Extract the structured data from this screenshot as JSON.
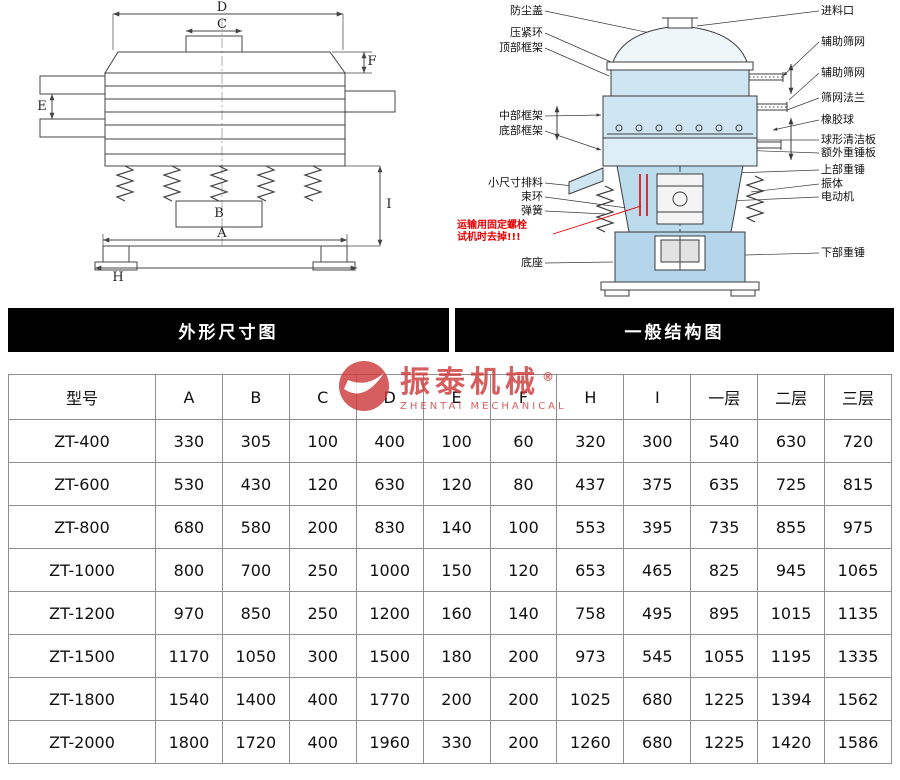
{
  "colors": {
    "bar_bg": "#000000",
    "bar_text": "#ffffff",
    "warning_red": "#e60000",
    "watermark_red": "#cf3b3b",
    "diagram_blue": "#cfe6f2",
    "line": "#3c3c3c",
    "table_border": "#8f8f8f"
  },
  "section_headers": {
    "left": "外形尺寸图",
    "right": "一般结构图"
  },
  "dimension_diagram": {
    "labels": {
      "D": "D",
      "C": "C",
      "F": "F",
      "E": "E",
      "B": "B",
      "A": "A",
      "H": "H",
      "I": "I"
    }
  },
  "structure_diagram": {
    "left_labels": [
      "防尘盖",
      "压紧环",
      "顶部框架",
      "中部框架",
      "底部框架",
      "小尺寸排料",
      "束环",
      "弹簧",
      "底座"
    ],
    "warning": {
      "line1": "运输用固定螺栓",
      "line2": "试机时去掉!!!"
    },
    "right_labels": [
      "进料口",
      "辅助筛网",
      "辅助筛网",
      "筛网法兰",
      "橡胶球",
      "球形清洁板",
      "额外重锤板",
      "上部重锤",
      "振体",
      "电动机",
      "下部重锤"
    ]
  },
  "watermark": {
    "registered": "®",
    "brand": "振泰机械",
    "brand_en": "ZHENTAI MECHANICAL"
  },
  "spec_table": {
    "headers": [
      "型号",
      "A",
      "B",
      "C",
      "D",
      "E",
      "F",
      "H",
      "I",
      "一层",
      "二层",
      "三层"
    ],
    "rows": [
      [
        "ZT-400",
        "330",
        "305",
        "100",
        "400",
        "100",
        "60",
        "320",
        "300",
        "540",
        "630",
        "720"
      ],
      [
        "ZT-600",
        "530",
        "430",
        "120",
        "630",
        "120",
        "80",
        "437",
        "375",
        "635",
        "725",
        "815"
      ],
      [
        "ZT-800",
        "680",
        "580",
        "200",
        "830",
        "140",
        "100",
        "553",
        "395",
        "735",
        "855",
        "975"
      ],
      [
        "ZT-1000",
        "800",
        "700",
        "250",
        "1000",
        "150",
        "120",
        "653",
        "465",
        "825",
        "945",
        "1065"
      ],
      [
        "ZT-1200",
        "970",
        "850",
        "250",
        "1200",
        "160",
        "140",
        "758",
        "495",
        "895",
        "1015",
        "1135"
      ],
      [
        "ZT-1500",
        "1170",
        "1050",
        "300",
        "1500",
        "180",
        "200",
        "973",
        "545",
        "1055",
        "1195",
        "1335"
      ],
      [
        "ZT-1800",
        "1540",
        "1400",
        "400",
        "1770",
        "200",
        "200",
        "1025",
        "680",
        "1225",
        "1394",
        "1562"
      ],
      [
        "ZT-2000",
        "1800",
        "1720",
        "400",
        "1960",
        "330",
        "200",
        "1260",
        "680",
        "1225",
        "1420",
        "1586"
      ]
    ]
  }
}
